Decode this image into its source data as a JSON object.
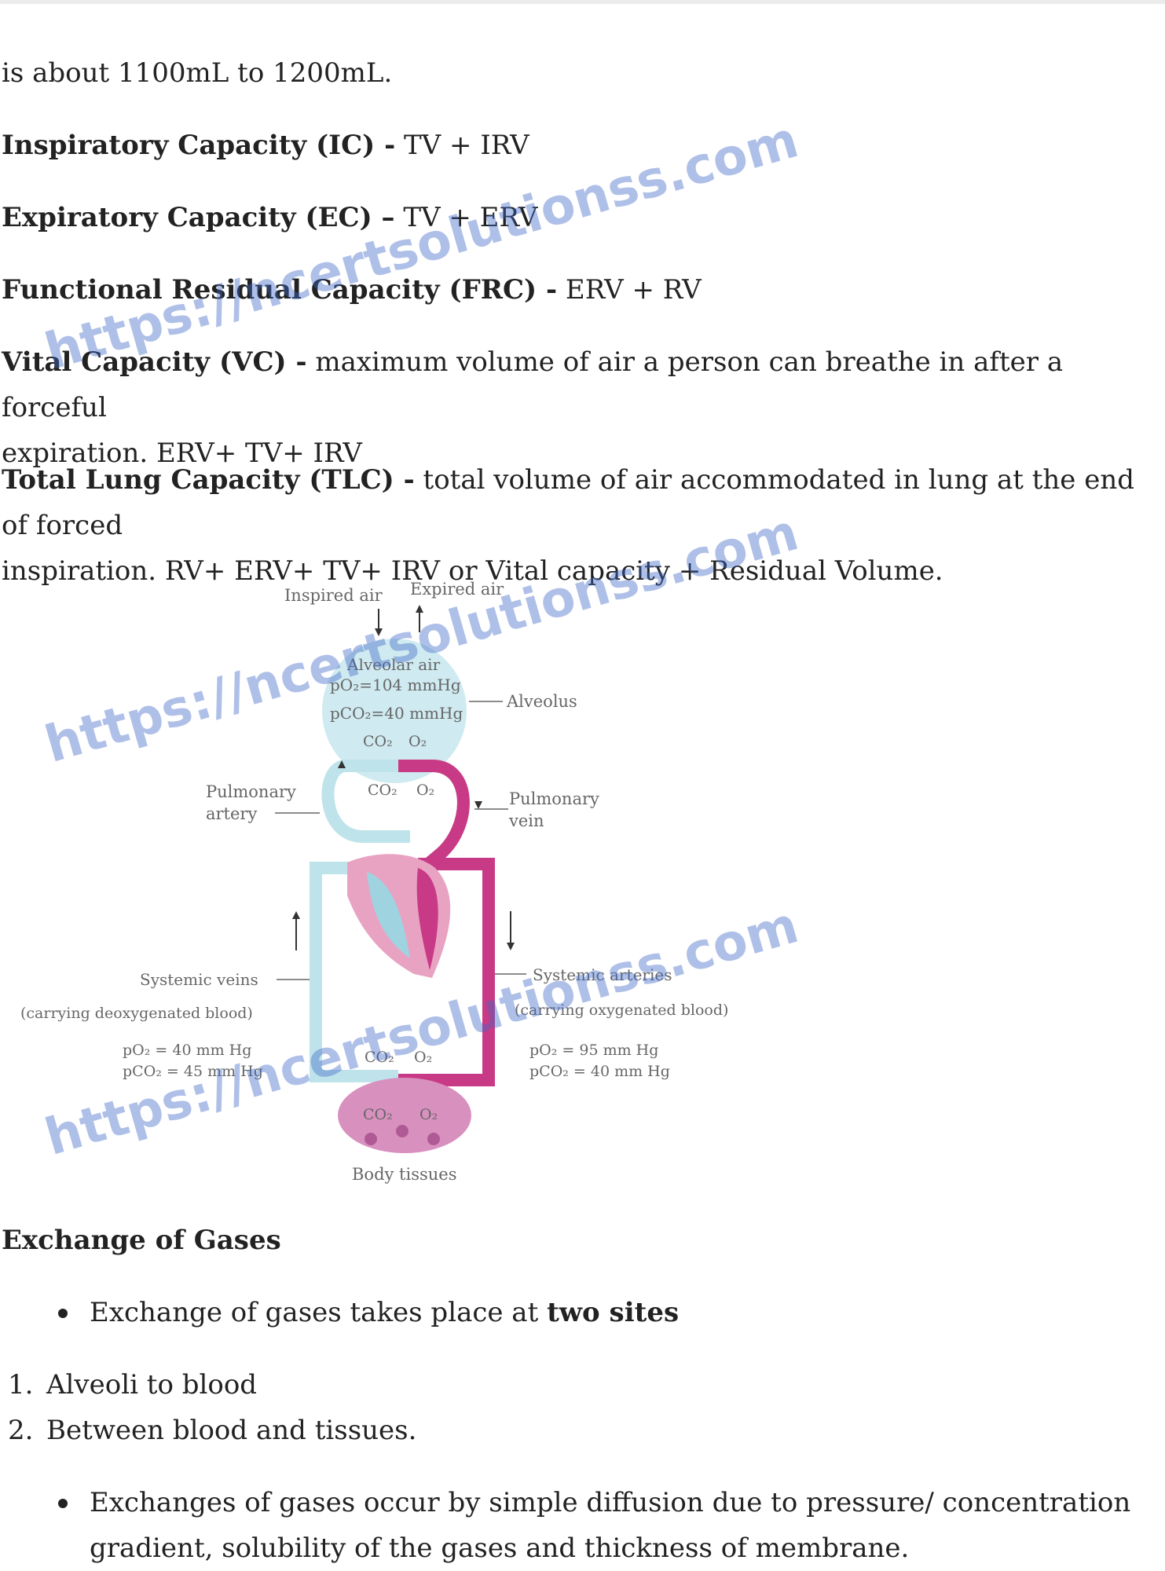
{
  "paragraphs": {
    "p0": {
      "text": "is about 1100mL to 1200mL."
    },
    "p1": {
      "label": "Inspiratory Capacity (IC) -",
      "text": " TV + IRV"
    },
    "p2": {
      "label": "Expiratory Capacity (EC) –",
      "text": " TV + ERV"
    },
    "p3": {
      "label": "Functional Residual Capacity (FRC) -",
      "text": " ERV + RV"
    },
    "p4": {
      "label": "Vital Capacity (VC) -",
      "text": " maximum volume of air a person can breathe in after a forceful",
      "text2": "expiration. ERV+ TV+ IRV"
    },
    "p5": {
      "label": "Total Lung Capacity (TLC) -",
      "text": " total volume of air accommodated in lung at the end of forced",
      "text2": "inspiration. RV+ ERV+ TV+ IRV or Vital capacity + Residual Volume."
    }
  },
  "diagram": {
    "inspired_air": "Inspired air",
    "expired_air": "Expired air",
    "alveolar_air": "Alveolar air",
    "po2_alv": "pO₂=104 mmHg",
    "pco2_alv": "pCO₂=40 mmHg",
    "alveolus": "Alveolus",
    "co2_a": "CO₂",
    "o2_a": "O₂",
    "co2_b": "CO₂",
    "o2_b": "O₂",
    "pulm_artery_1": "Pulmonary",
    "pulm_artery_2": "artery",
    "pulm_vein_1": "Pulmonary",
    "pulm_vein_2": "vein",
    "sys_veins": "Systemic veins",
    "sys_veins_sub": "(carrying deoxygenated blood)",
    "sys_arteries": "Systemic arteries",
    "sys_arteries_sub": "(carrying oxygenated blood)",
    "veins_po2": "pO₂  = 40 mm Hg",
    "veins_pco2": "pCO₂ = 45 mm Hg",
    "art_po2": "pO₂  = 95 mm Hg",
    "art_pco2": "pCO₂ = 40 mm Hg",
    "co2_c": "CO₂",
    "o2_c": "O₂",
    "co2_d": "CO₂",
    "o2_d": "O₂",
    "body_tissues": "Body tissues"
  },
  "section": {
    "heading": "Exchange of Gases",
    "bullet1_pre": "Exchange of gases takes place at ",
    "bullet1_bold": "two sites",
    "list": [
      {
        "num": "1.",
        "text": "Alveoli to blood"
      },
      {
        "num": "2.",
        "text": "Between blood and tissues."
      }
    ],
    "bullet2": "Exchanges of gases occur by simple diffusion due to pressure/ concentration gradient, solubility of the gases and thickness of membrane."
  },
  "watermark": "https://ncertsolutionss.com",
  "colors": {
    "oxygenated": "#c83a85",
    "deoxygenated": "#bfe3ea",
    "alveolus": "#cfeaf0",
    "tissue": "#d890bf",
    "watermark": "#4169c8"
  }
}
